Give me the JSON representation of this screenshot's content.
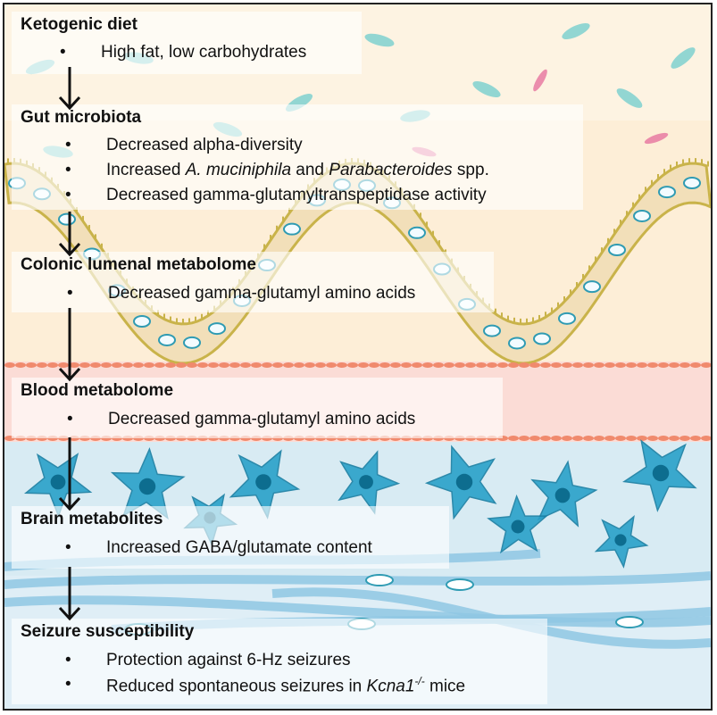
{
  "sections": [
    {
      "heading": "Ketogenic diet",
      "bullets": [
        {
          "parts": [
            {
              "text": "High fat, low carbohydrates",
              "italic": false
            }
          ]
        }
      ]
    },
    {
      "heading": "Gut microbiota",
      "bullets": [
        {
          "parts": [
            {
              "text": "Decreased alpha-diversity",
              "italic": false
            }
          ]
        },
        {
          "parts": [
            {
              "text": "Increased ",
              "italic": false
            },
            {
              "text": "A. muciniphila",
              "italic": true
            },
            {
              "text": " and ",
              "italic": false
            },
            {
              "text": "Parabacteroides",
              "italic": true
            },
            {
              "text": " spp.",
              "italic": false
            }
          ]
        },
        {
          "parts": [
            {
              "text": "Decreased gamma-glutamyltranspeptidase activity",
              "italic": false
            }
          ]
        }
      ]
    },
    {
      "heading": "Colonic lumenal metabolome",
      "bullets": [
        {
          "parts": [
            {
              "text": "Decreased gamma-glutamyl amino acids",
              "italic": false
            }
          ]
        }
      ]
    },
    {
      "heading": "Blood metabolome",
      "bullets": [
        {
          "parts": [
            {
              "text": "Decreased gamma-glutamyl amino acids",
              "italic": false
            }
          ]
        }
      ]
    },
    {
      "heading": "Brain metabolites",
      "bullets": [
        {
          "parts": [
            {
              "text": "Increased GABA/glutamate content",
              "italic": false
            }
          ]
        }
      ]
    },
    {
      "heading": "Seizure susceptibility",
      "bullets": [
        {
          "parts": [
            {
              "text": "Protection against 6-Hz seizures",
              "italic": false
            }
          ]
        },
        {
          "parts": [
            {
              "text": "Reduced spontaneous seizures in ",
              "italic": false
            },
            {
              "text": "Kcna1",
              "italic": true
            },
            {
              "text": "-/-",
              "italic": true,
              "sup": true
            },
            {
              "text": " mice",
              "italic": false
            }
          ]
        }
      ]
    }
  ],
  "bullet_char": "•",
  "colors": {
    "gut_bg": "#fdeed7",
    "blood_bg": "#fbd9d4",
    "brain_bg": "#d6eaf2",
    "tissue": "#f2dfb9",
    "tissue_edge": "#c9b34a",
    "nucleus": "#f3fbff",
    "nucleus_edge": "#2f9bb3",
    "bacteria_teal": "#7fd0cf",
    "bacteria_pink": "#e77aa2",
    "vessel": "#f08a6d",
    "neuron": "#2aa1c9",
    "neuron_dark": "#0d6d8f",
    "axon": "#8fc7e3",
    "arrow": "#111111"
  }
}
